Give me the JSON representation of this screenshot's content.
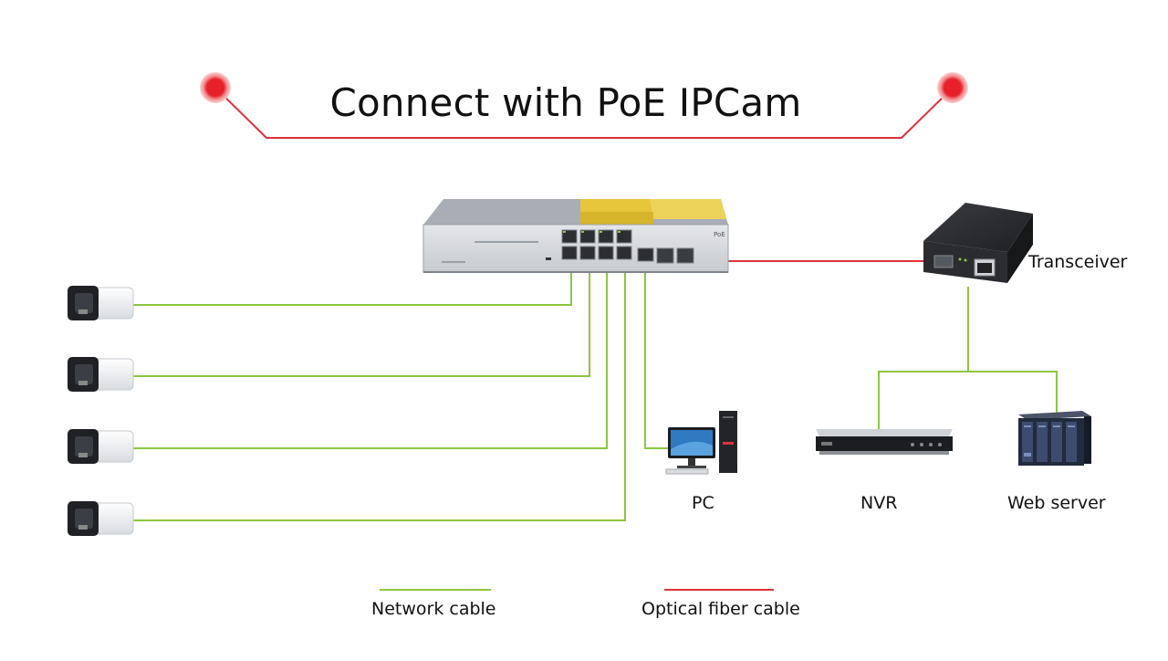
{
  "title": "Connect with PoE IPCam",
  "colors": {
    "network": "#8dc63f",
    "fiber": "#e0303b",
    "accent_dot": "#e8202a",
    "switch_body": "#c9cdd3",
    "switch_top": "#a8adb4",
    "switch_panel_yellow": "#e8c83a"
  },
  "switch": {
    "badge": "PoE"
  },
  "devices": {
    "transceiver": "Transceiver",
    "pc": "PC",
    "nvr": "NVR",
    "web_server": "Web server"
  },
  "legend": {
    "network": "Network cable",
    "fiber": "Optical fiber cable"
  },
  "icons": [
    "camera-icon",
    "switch-icon",
    "transceiver-icon",
    "pc-icon",
    "nvr-icon",
    "server-icon"
  ]
}
